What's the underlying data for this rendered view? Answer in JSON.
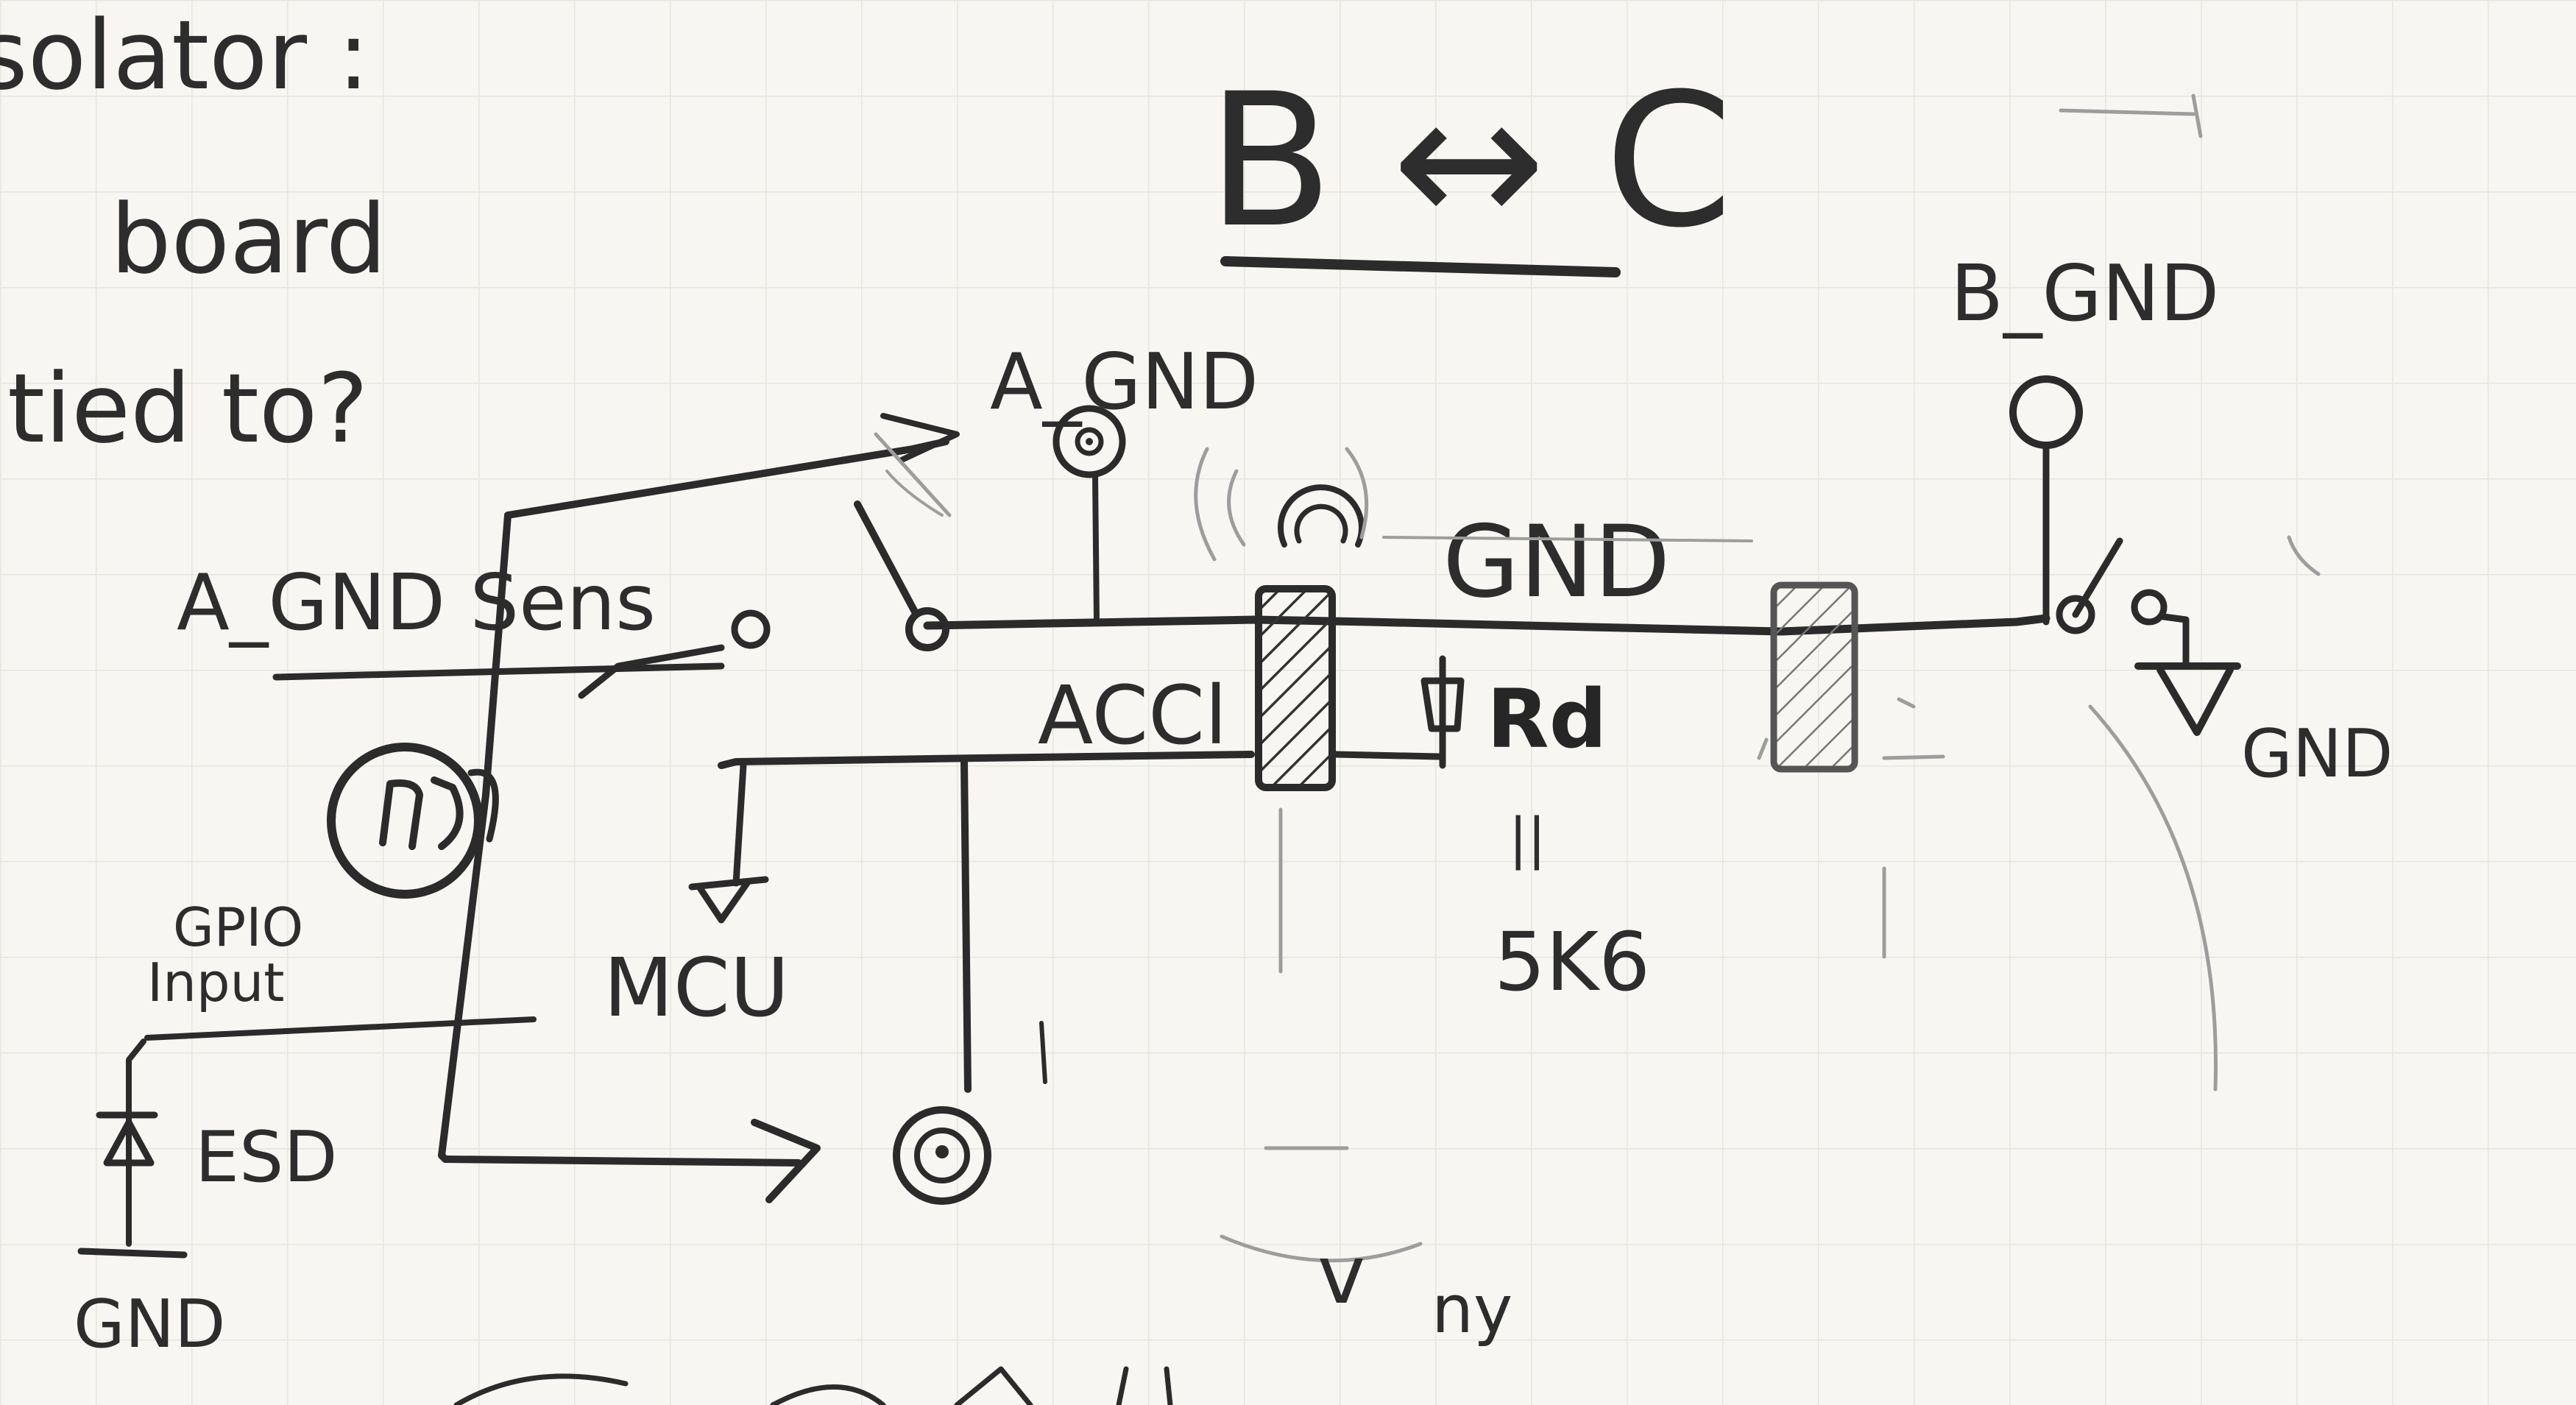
{
  "notes": {
    "left_line_1": "solator :",
    "left_line_2": "board",
    "left_line_3": "tied to?"
  },
  "title": {
    "text": "B ↔ C"
  },
  "labels": {
    "a_gnd_top": "A_GND",
    "b_gnd_top": "B_GND",
    "gnd_line": "GND",
    "a_gnd_sense": "A_GND Sens",
    "acc": "ACCl",
    "rd": "Rd",
    "equals": "||",
    "value_5k6": "5K6",
    "gpio_1": "GPIO",
    "gpio_2": "Input",
    "mcu": "MCU",
    "esd": "ESD",
    "gnd_bottom_left": "GND",
    "gnd_right": "GND",
    "bottom_mark": "v",
    "bottom_scribble": "ny"
  },
  "colors": {
    "ink": "#2b2b2b",
    "pencil": "#2d2d2d",
    "paper": "#f7f6f2",
    "grid": "#e6e5df"
  },
  "icons": {
    "optocoupler": "optocoupler-icon",
    "diode": "diode-icon",
    "ground": "ground-symbol-icon",
    "switch": "switch-icon",
    "connector": "connector-ring-icon",
    "ferrite": "ferrite-bead-icon",
    "capacitor": "capacitor-arc-icon",
    "arrow": "arrow-icon"
  }
}
